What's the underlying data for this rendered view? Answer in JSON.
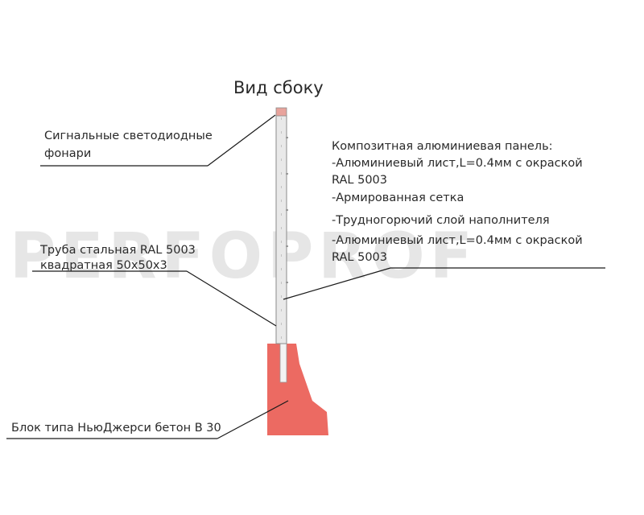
{
  "title": "Вид сбоку",
  "watermark": "PERFOPROF",
  "labels": {
    "lights": [
      "Сигнальные светодиодные",
      "фонари"
    ],
    "panel": [
      "Композитная алюминиевая панель:",
      "-Алюминиевый лист,L=0.4мм с окраской",
      "RAL 5003",
      "-Армированная сетка",
      "-Трудногорючий слой наполнителя",
      "-Алюминиевый лист,L=0.4мм с окраской",
      "RAL 5003"
    ],
    "pipe": [
      "Труба стальная RAL 5003",
      "квадратная 50x50x3"
    ],
    "block": "Блок типа НьюДжерси бетон В 30"
  },
  "colors": {
    "block": "#ec6a62",
    "pipe": "#e9e9e9",
    "light": "#e8a39c",
    "watermark_accent": "#d9534f"
  }
}
